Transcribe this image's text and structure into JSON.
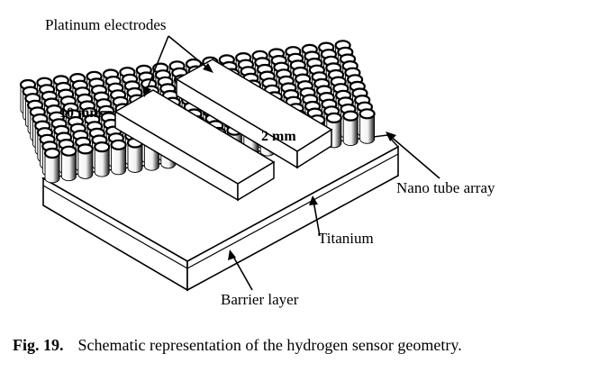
{
  "labels": {
    "electrodes": "Platinum electrodes",
    "width_dim": "10 mm",
    "gap_dim": "2 mm",
    "nanotube": "Nano tube array",
    "titanium": "Titanium",
    "barrier": "Barrier layer"
  },
  "caption": {
    "fig_number": "Fig. 19.",
    "text": "Schematic representation of the hydrogen sensor geometry."
  },
  "colors": {
    "ink": "#000000",
    "paper": "#ffffff",
    "tube_side": "#1a1a1a",
    "highlight": "#e8e8e8"
  }
}
